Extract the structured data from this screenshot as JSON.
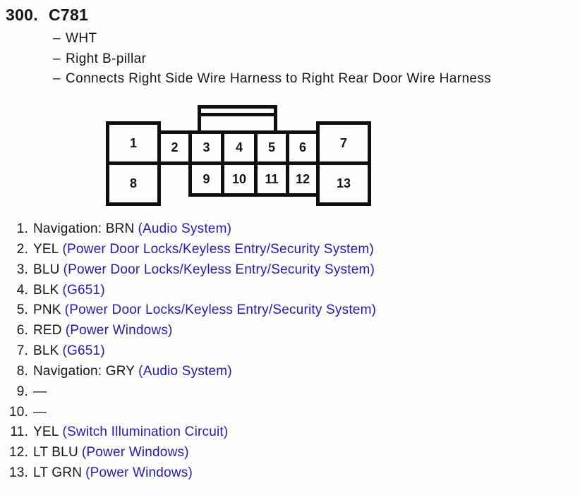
{
  "colors": {
    "link_blue": "#221ab0",
    "ink": "#141414",
    "background": "#fefefe"
  },
  "header": {
    "index": "300.",
    "connector_id": "C781",
    "bullet": "–",
    "details": [
      "WHT",
      "Right B-pillar",
      "Connects Right Side Wire Harness to Right Rear Door Wire Harness"
    ]
  },
  "connector": {
    "cells": [
      "1",
      "2",
      "3",
      "4",
      "5",
      "6",
      "7",
      "8",
      "9",
      "10",
      "11",
      "12",
      "13"
    ]
  },
  "pins": [
    {
      "num": "1.",
      "wire": "Navigation: BRN",
      "circuit": "(Audio System)"
    },
    {
      "num": "2.",
      "wire": "YEL",
      "circuit": "(Power Door Locks/Keyless Entry/Security System)"
    },
    {
      "num": "3.",
      "wire": "BLU",
      "circuit": "(Power Door Locks/Keyless Entry/Security System)"
    },
    {
      "num": "4.",
      "wire": "BLK",
      "circuit": "(G651)"
    },
    {
      "num": "5.",
      "wire": "PNK",
      "circuit": "(Power Door Locks/Keyless Entry/Security System)"
    },
    {
      "num": "6.",
      "wire": "RED",
      "circuit": "(Power Windows)"
    },
    {
      "num": "7.",
      "wire": "BLK",
      "circuit": "(G651)"
    },
    {
      "num": "8.",
      "wire": "Navigation: GRY",
      "circuit": "(Audio System)"
    },
    {
      "num": "9.",
      "wire": "—",
      "circuit": ""
    },
    {
      "num": "10.",
      "wire": "—",
      "circuit": ""
    },
    {
      "num": "11.",
      "wire": "YEL",
      "circuit": "(Switch Illumination Circuit)"
    },
    {
      "num": "12.",
      "wire": "LT BLU",
      "circuit": "(Power Windows)"
    },
    {
      "num": "13.",
      "wire": "LT GRN",
      "circuit": "(Power Windows)"
    }
  ]
}
